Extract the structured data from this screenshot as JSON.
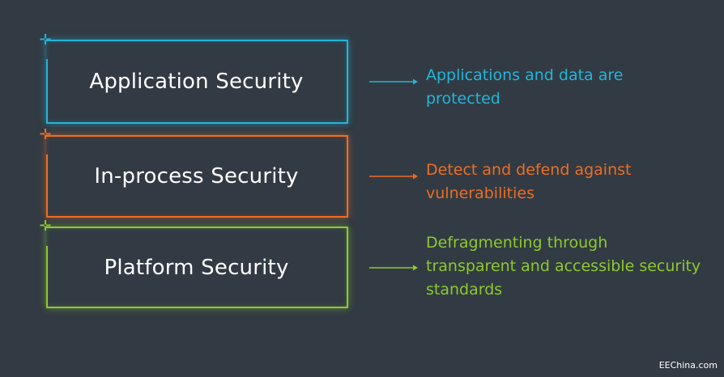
{
  "colors": {
    "application": "#23b5d8",
    "inprocess": "#ee6d24",
    "platform": "#8dc92e",
    "background": "#323b44"
  },
  "layers": [
    {
      "label": "Application Security",
      "description": "Applications and data are\nprotected"
    },
    {
      "label": "In-process Security",
      "description": "Detect and defend against\nvulnerabilities"
    },
    {
      "label": "Platform Security",
      "description": "Defragmenting through\ntransparent and accessible security\nstandards"
    }
  ],
  "footer": {
    "text": "EEChina.com"
  }
}
